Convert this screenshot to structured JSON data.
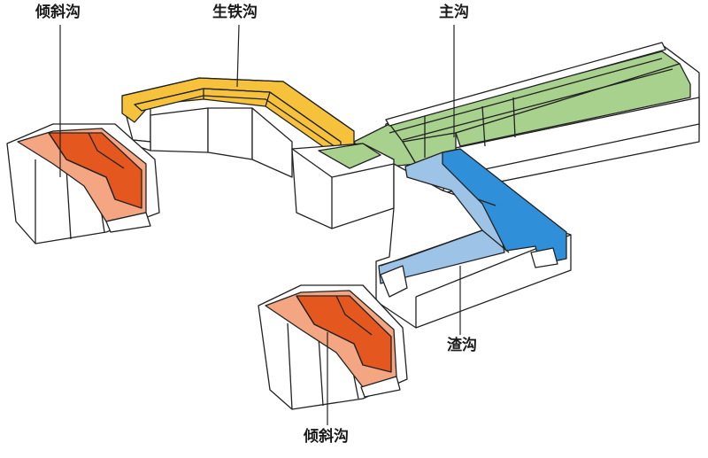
{
  "labels": {
    "tilt_trough_top": "倾斜沟",
    "iron_trough": "生铁沟",
    "main_trough": "主沟",
    "slag_trough": "渣沟",
    "tilt_trough_bottom": "倾斜沟"
  },
  "colors": {
    "iron_trough": "#f6c23c",
    "main_trough": "#a9d18e",
    "slag_trough_light": "#9dc3e6",
    "slag_trough_dark": "#2f8fd8",
    "tilt_trough_light": "#f4a582",
    "tilt_trough_dark": "#e4571f",
    "structure_outline": "#222222",
    "structure_fill": "#ffffff"
  }
}
